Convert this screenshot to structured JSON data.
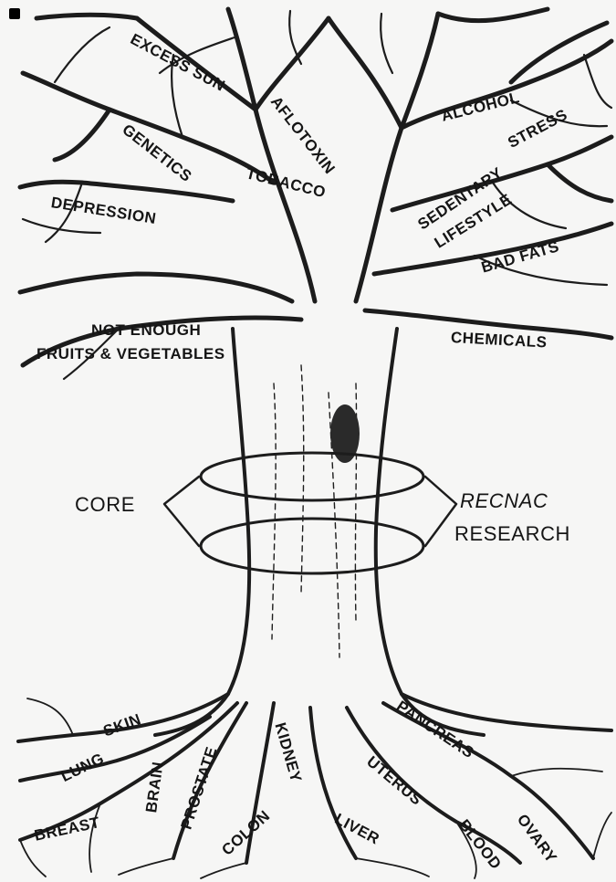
{
  "colors": {
    "ink": "#151515",
    "paper": "#f6f6f5",
    "trunk": "#ffffff"
  },
  "diagram": {
    "branch_labels": {
      "excess_sun": "EXCESS SUN",
      "aflotoxin": "AFLOTOXIN",
      "alcohol": "ALCOHOL",
      "genetics": "GENETICS",
      "stress": "STRESS",
      "tobacco": "TOBACCO",
      "sedentary": "SEDENTARY",
      "lifestyle": "LIFESTYLE",
      "depression": "DEPRESSION",
      "bad_fats": "BAD FATS",
      "not_enough": "NOT ENOUGH",
      "fruits_veg": "FRUITS & VEGETABLES",
      "chemicals": "CHEMICALS"
    },
    "trunk_labels": {
      "core": "CORE",
      "recnac": "RECNAC",
      "research": "RESEARCH"
    },
    "root_labels": {
      "skin": "SKIN",
      "pancreas": "PANCREAS",
      "lung": "LUNG",
      "brain": "BRAIN",
      "kidney": "KIDNEY",
      "uterus": "UTERUS",
      "prostate": "PROSTATE",
      "breast": "BREAST",
      "colon": "COLON",
      "liver": "LIVER",
      "blood": "BLOOD",
      "ovary": "OVARY"
    }
  }
}
